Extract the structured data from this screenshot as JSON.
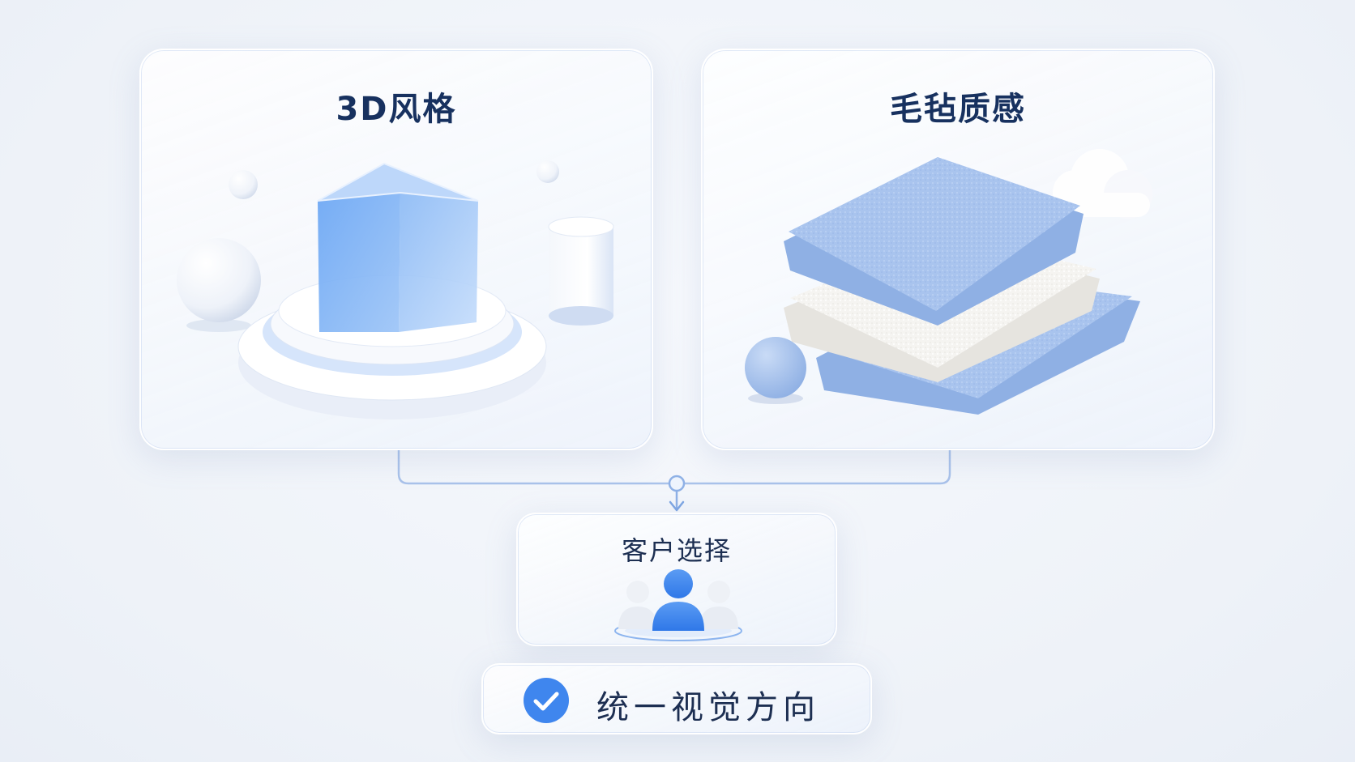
{
  "diagram": {
    "options": [
      {
        "id": "3d",
        "label": "3D风格"
      },
      {
        "id": "felt",
        "label": "毛毡质感"
      }
    ],
    "decision": {
      "label": "客户选择"
    },
    "result": {
      "label": "统一视觉方向"
    }
  },
  "colors": {
    "accent": "#3f86ee",
    "title": "#17315f",
    "connector": "#a9c2ea",
    "felt_blue": "#a9c4ee",
    "felt_white": "#f7f6f3"
  },
  "icons": {
    "check": "check-circle-icon",
    "users": "users-group-icon"
  }
}
